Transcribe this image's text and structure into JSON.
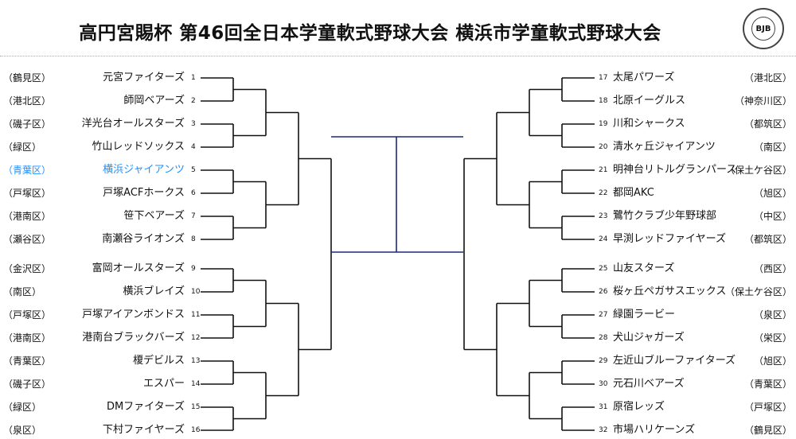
{
  "title": "高円宮賜杯 第46回全日本学童軟式野球大会 横浜市学童軟式野球大会",
  "logo_text": "BJB",
  "highlight_color": "#1e90ff",
  "final_line_color": "#1a2a7a",
  "left_teams": [
    {
      "num": "1",
      "name": "元宮ファイターズ",
      "district": "（鶴見区）"
    },
    {
      "num": "2",
      "name": "師岡ベアーズ",
      "district": "（港北区）"
    },
    {
      "num": "3",
      "name": "洋光台オールスターズ",
      "district": "（磯子区）"
    },
    {
      "num": "4",
      "name": "竹山レッドソックス",
      "district": "（緑区）"
    },
    {
      "num": "5",
      "name": "横浜ジャイアンツ",
      "district": "（青葉区）",
      "highlight": true
    },
    {
      "num": "6",
      "name": "戸塚ACFホークス",
      "district": "（戸塚区）"
    },
    {
      "num": "7",
      "name": "笹下ベアーズ",
      "district": "（港南区）"
    },
    {
      "num": "8",
      "name": "南瀬谷ライオンズ",
      "district": "（瀬谷区）"
    },
    {
      "num": "9",
      "name": "富岡オールスターズ",
      "district": "（金沢区）"
    },
    {
      "num": "10",
      "name": "横浜ブレイズ",
      "district": "（南区）"
    },
    {
      "num": "11",
      "name": "戸塚アイアンボンドス",
      "district": "（戸塚区）"
    },
    {
      "num": "12",
      "name": "港南台ブラックバーズ",
      "district": "（港南区）"
    },
    {
      "num": "13",
      "name": "榎デビルス",
      "district": "（青葉区）"
    },
    {
      "num": "14",
      "name": "エスパー",
      "district": "（磯子区）"
    },
    {
      "num": "15",
      "name": "DMファイターズ",
      "district": "（緑区）"
    },
    {
      "num": "16",
      "name": "下村ファイヤーズ",
      "district": "（泉区）"
    }
  ],
  "right_teams": [
    {
      "num": "17",
      "name": "太尾パワーズ",
      "district": "（港北区）"
    },
    {
      "num": "18",
      "name": "北原イーグルス",
      "district": "（神奈川区）"
    },
    {
      "num": "19",
      "name": "川和シャークス",
      "district": "（都筑区）"
    },
    {
      "num": "20",
      "name": "清水ヶ丘ジャイアンツ",
      "district": "（南区）"
    },
    {
      "num": "21",
      "name": "明神台リトルグランパース",
      "district": "（保土ケ谷区）"
    },
    {
      "num": "22",
      "name": "都岡AKC",
      "district": "（旭区）"
    },
    {
      "num": "23",
      "name": "鷺竹クラブ少年野球部",
      "district": "（中区）"
    },
    {
      "num": "24",
      "name": "早渕レッドファイヤーズ",
      "district": "（都筑区）"
    },
    {
      "num": "25",
      "name": "山友スターズ",
      "district": "（西区）"
    },
    {
      "num": "26",
      "name": "桜ヶ丘ペガサスエックス",
      "district": "（保土ケ谷区）"
    },
    {
      "num": "27",
      "name": "緑園ラービー",
      "district": "（泉区）"
    },
    {
      "num": "28",
      "name": "犬山ジャガーズ",
      "district": "（栄区）"
    },
    {
      "num": "29",
      "name": "左近山ブルーファイターズ",
      "district": "（旭区）"
    },
    {
      "num": "30",
      "name": "元石川ベアーズ",
      "district": "（青葉区）"
    },
    {
      "num": "31",
      "name": "原宿レッズ",
      "district": "（戸塚区）"
    },
    {
      "num": "32",
      "name": "市場ハリケーンズ",
      "district": "（鶴見区）"
    }
  ]
}
